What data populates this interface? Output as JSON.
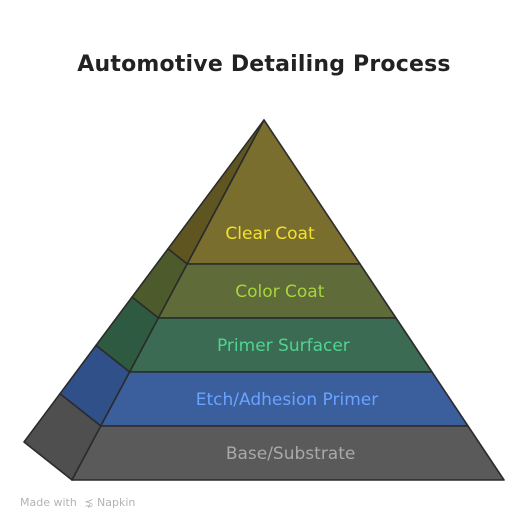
{
  "title": "Automotive Detailing Process",
  "layers": [
    {
      "label": "Clear Coat",
      "front": "#7a6e2e",
      "side": "#5e5520",
      "text": "#f2e32a"
    },
    {
      "label": "Color Coat",
      "front": "#5f6b38",
      "side": "#4c5a2c",
      "text": "#a7d63c"
    },
    {
      "label": "Primer Surfacer",
      "front": "#3b6b52",
      "side": "#2f5a42",
      "text": "#4fd492"
    },
    {
      "label": "Etch/Adhesion Primer",
      "front": "#3a5f9c",
      "side": "#30508a",
      "text": "#6aa3ff"
    },
    {
      "label": "Base/Substrate",
      "front": "#5a5a5a",
      "side": "#4f4f4f",
      "text": "#a9a9a9"
    }
  ],
  "watermark": {
    "prefix": "Made with",
    "brand": "Napkin"
  }
}
